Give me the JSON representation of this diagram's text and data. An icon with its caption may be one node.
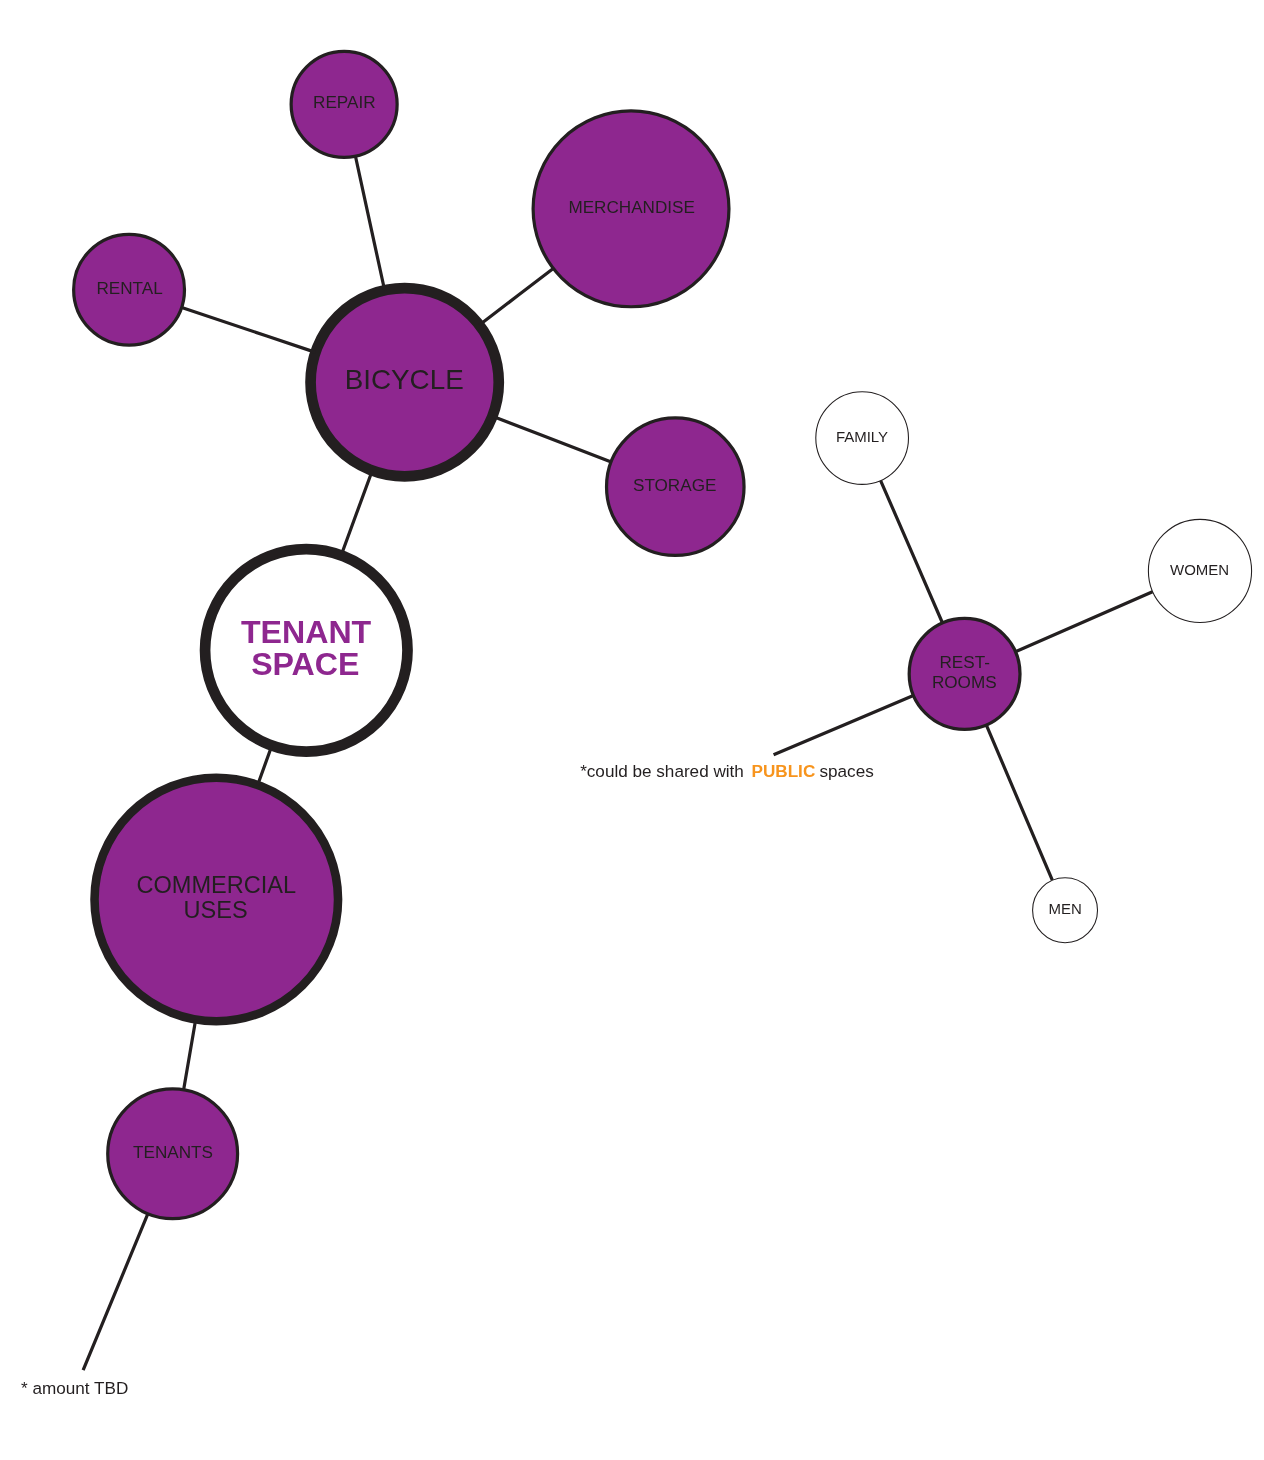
{
  "diagram": {
    "nodes": [
      {
        "text": [
          "TENANT SPACE"
        ]
      },
      {
        "text": [
          "BICYCLE"
        ]
      },
      {
        "text": [
          "STORAGE"
        ]
      },
      {
        "text": [
          "REPAIR"
        ]
      },
      {
        "text": [
          "MERCHANDISE"
        ]
      },
      {
        "text": [
          "RENTAL"
        ]
      },
      {
        "text": [
          "* amount TBD"
        ]
      },
      {
        "text": [
          "TENANTS"
        ]
      },
      {
        "text": [
          "COMMERCIAL USES"
        ]
      },
      {
        "text": [
          "*could be shared with **PUBLIC** spaces"
        ]
      },
      {
        "text": [
          "REST- ROOMS"
        ]
      },
      {
        "text": [
          "MEN"
        ]
      },
      {
        "text": [
          "FAMILY"
        ]
      },
      {
        "text": [
          "WOMEN"
        ]
      }
    ],
    "edges": [
      {
        "from": 0,
        "to": 1,
        "arrow": "none"
      },
      {
        "from": 1,
        "to": 2,
        "arrow": "none"
      },
      {
        "from": 1,
        "to": 3,
        "arrow": "none"
      },
      {
        "from": 1,
        "to": 4,
        "arrow": "none"
      },
      {
        "from": 1,
        "to": 5,
        "arrow": "none"
      },
      {
        "from": 6,
        "to": 7,
        "arrow": "none"
      },
      {
        "from": 7,
        "to": 8,
        "arrow": "none"
      },
      {
        "from": 8,
        "to": 0,
        "arrow": "none"
      },
      {
        "from": 9,
        "to": 10,
        "arrow": "none"
      },
      {
        "from": 10,
        "to": 11,
        "arrow": "none"
      },
      {
        "from": 10,
        "to": 12,
        "arrow": "none"
      },
      {
        "from": 10,
        "to": 13,
        "arrow": "none"
      }
    ]
  }
}
